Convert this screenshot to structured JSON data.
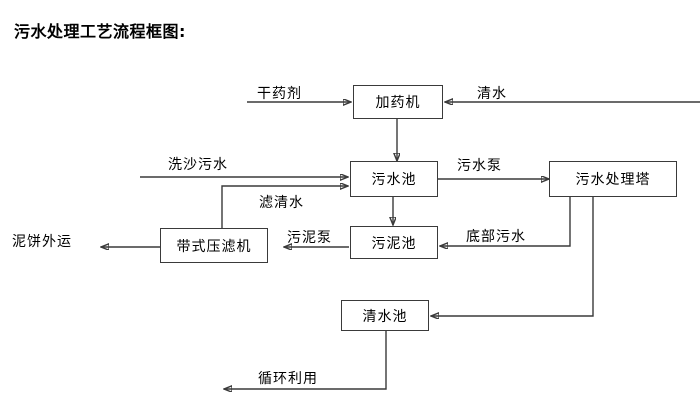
{
  "title": "污水处理工艺流程框图:",
  "diagram": {
    "type": "flowchart",
    "nodes": [
      {
        "id": "dosing",
        "label": "加药机"
      },
      {
        "id": "sewage_pool",
        "label": "污水池"
      },
      {
        "id": "treatment_tower",
        "label": "污水处理塔"
      },
      {
        "id": "sludge_pool",
        "label": "污泥池"
      },
      {
        "id": "belt_filter_press",
        "label": "带式压滤机"
      },
      {
        "id": "clean_water_pool",
        "label": "清水池"
      }
    ],
    "terminals": [
      {
        "id": "dry_agent",
        "label": "干药剂"
      },
      {
        "id": "clean_water_in",
        "label": "清水"
      },
      {
        "id": "sand_wash_sewage",
        "label": "洗沙污水"
      },
      {
        "id": "mud_cake_out",
        "label": "泥饼外运"
      }
    ],
    "edge_labels": [
      {
        "id": "filtrate",
        "label": "滤清水"
      },
      {
        "id": "sewage_pump",
        "label": "污水泵"
      },
      {
        "id": "sludge_pump",
        "label": "污泥泵"
      },
      {
        "id": "bottom_sewage",
        "label": "底部污水"
      },
      {
        "id": "recycle_use",
        "label": "循环利用"
      }
    ],
    "colors": {
      "background": "#ffffff",
      "line": "#3a3a3a",
      "text": "#000000"
    }
  }
}
